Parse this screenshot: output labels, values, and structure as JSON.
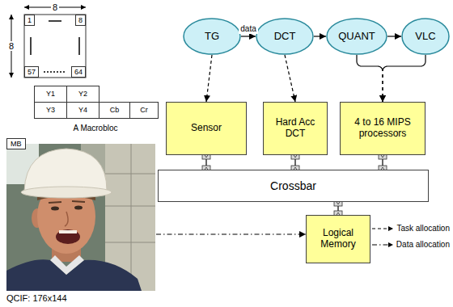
{
  "diagram": {
    "nodes": [
      {
        "text": [
          "TG"
        ]
      },
      {
        "text": [
          "DCT"
        ]
      },
      {
        "text": [
          "QUANT"
        ]
      },
      {
        "text": [
          "VLC"
        ]
      },
      {
        "text": [
          "Sensor"
        ]
      },
      {
        "text": [
          "Hard Acc DCT"
        ]
      },
      {
        "text": [
          "4 to 16 MIPS processors"
        ]
      },
      {
        "text": [
          "Crossbar"
        ]
      },
      {
        "text": [
          "Logical Memory"
        ]
      },
      {
        "text": [
          "MB"
        ]
      }
    ],
    "edges": [
      {
        "from": 0,
        "to": 1,
        "arrow": "to",
        "label": "data"
      },
      {
        "from": 1,
        "to": 2,
        "arrow": "to"
      },
      {
        "from": 2,
        "to": 3,
        "arrow": "to"
      },
      {
        "from": 0,
        "to": 4,
        "arrow": "to"
      },
      {
        "from": 1,
        "to": 5,
        "arrow": "to"
      },
      {
        "from": 2,
        "to": 6,
        "arrow": "to"
      },
      {
        "from": 3,
        "to": 6,
        "arrow": "to"
      },
      {
        "from": 4,
        "to": 7,
        "arrow": "none"
      },
      {
        "from": 5,
        "to": 7,
        "arrow": "none"
      },
      {
        "from": 6,
        "to": 7,
        "arrow": "none"
      },
      {
        "from": 7,
        "to": 8,
        "arrow": "none"
      }
    ],
    "labels": [
      "8",
      "8",
      "1",
      "8",
      "57",
      "64",
      "Y1",
      "Y2",
      "Y3",
      "Y4",
      "Cb",
      "Cr",
      "A Macrobloc",
      "QCIF: 176x144"
    ],
    "legend": [
      {
        "text": "Task allocation"
      },
      {
        "text": "Data allocation"
      }
    ]
  }
}
